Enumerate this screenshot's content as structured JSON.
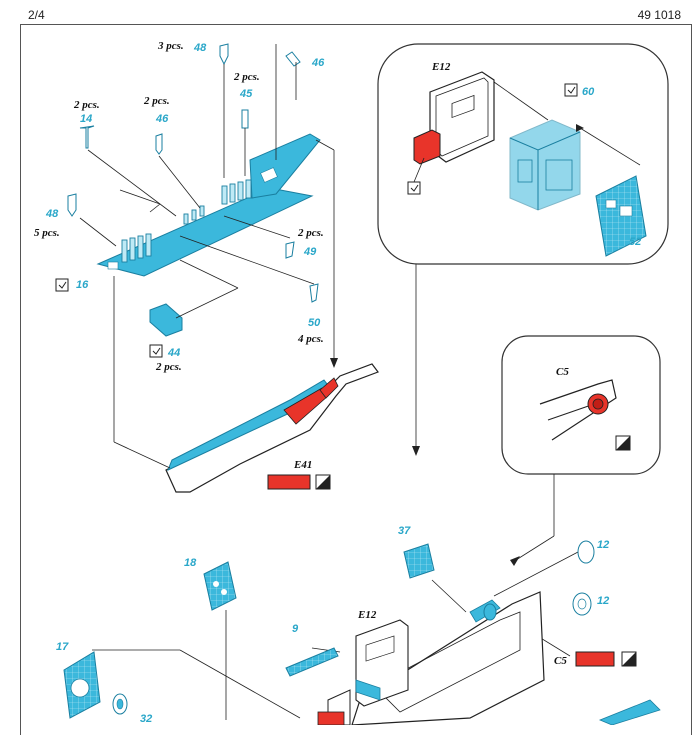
{
  "header": {
    "page": "2/4",
    "set_number": "49 1018"
  },
  "parts": {
    "p48a": {
      "num": "48",
      "qty": "3 pcs."
    },
    "p46a": {
      "num": "46"
    },
    "p45": {
      "num": "45",
      "qty": "2 pcs."
    },
    "p14": {
      "num": "14",
      "qty": "2 pcs."
    },
    "p46b": {
      "num": "46",
      "qty": "2 pcs."
    },
    "p48b": {
      "num": "48",
      "qty": "5 pcs."
    },
    "p49": {
      "num": "49",
      "qty": "2 pcs."
    },
    "p16": {
      "num": "16"
    },
    "p50": {
      "num": "50",
      "qty": "4 pcs."
    },
    "p44": {
      "num": "44",
      "qty": "2 pcs."
    },
    "p60": {
      "num": "60"
    },
    "p52": {
      "num": "52"
    },
    "p37": {
      "num": "37"
    },
    "p12a": {
      "num": "12"
    },
    "p12b": {
      "num": "12"
    },
    "p18": {
      "num": "18"
    },
    "p9": {
      "num": "9"
    },
    "p17": {
      "num": "17"
    },
    "p32": {
      "num": "32"
    }
  },
  "labels": {
    "e12_top": "E12",
    "e41": "E41",
    "c5_detail": "C5",
    "e12_bottom": "E12",
    "c5_bottom": "C5"
  },
  "colors": {
    "photo_etch": "#3bb8dc",
    "paint_red": "#e8342a",
    "line": "#222222"
  },
  "icons": [
    "fold-check-icon",
    "paint-swatch-icon"
  ]
}
